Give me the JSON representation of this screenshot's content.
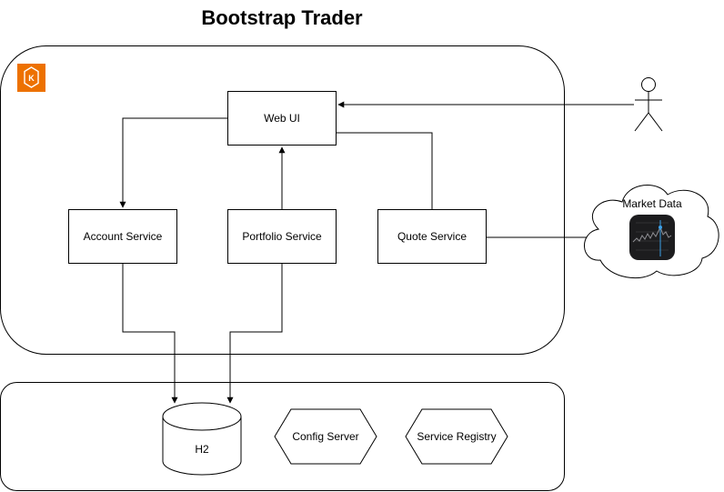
{
  "title": "Bootstrap Trader",
  "nodes": {
    "web_ui": "Web UI",
    "account_service": "Account Service",
    "portfolio_service": "Portfolio Service",
    "quote_service": "Quote Service",
    "market_data": "Market Data",
    "h2": "H2",
    "config_server": "Config Server",
    "service_registry": "Service Registry"
  },
  "icons": {
    "cluster_badge": "kubernetes-icon",
    "user": "user-actor-icon",
    "stock_chart": "stocks-app-icon"
  },
  "colors": {
    "badge_fill": "#ED7100",
    "badge_stroke": "#ffffff",
    "chart_bg": "#1c1c1e",
    "chart_line": "#3aa0e8"
  },
  "edges": [
    {
      "from": "web_ui",
      "to": "account_service"
    },
    {
      "from": "portfolio_service",
      "to": "web_ui"
    },
    {
      "from": "quote_service",
      "to": "web_ui"
    },
    {
      "from": "user",
      "to": "web_ui"
    },
    {
      "from": "quote_service",
      "to": "market_data"
    },
    {
      "from": "account_service",
      "to": "h2"
    },
    {
      "from": "portfolio_service",
      "to": "h2"
    }
  ]
}
